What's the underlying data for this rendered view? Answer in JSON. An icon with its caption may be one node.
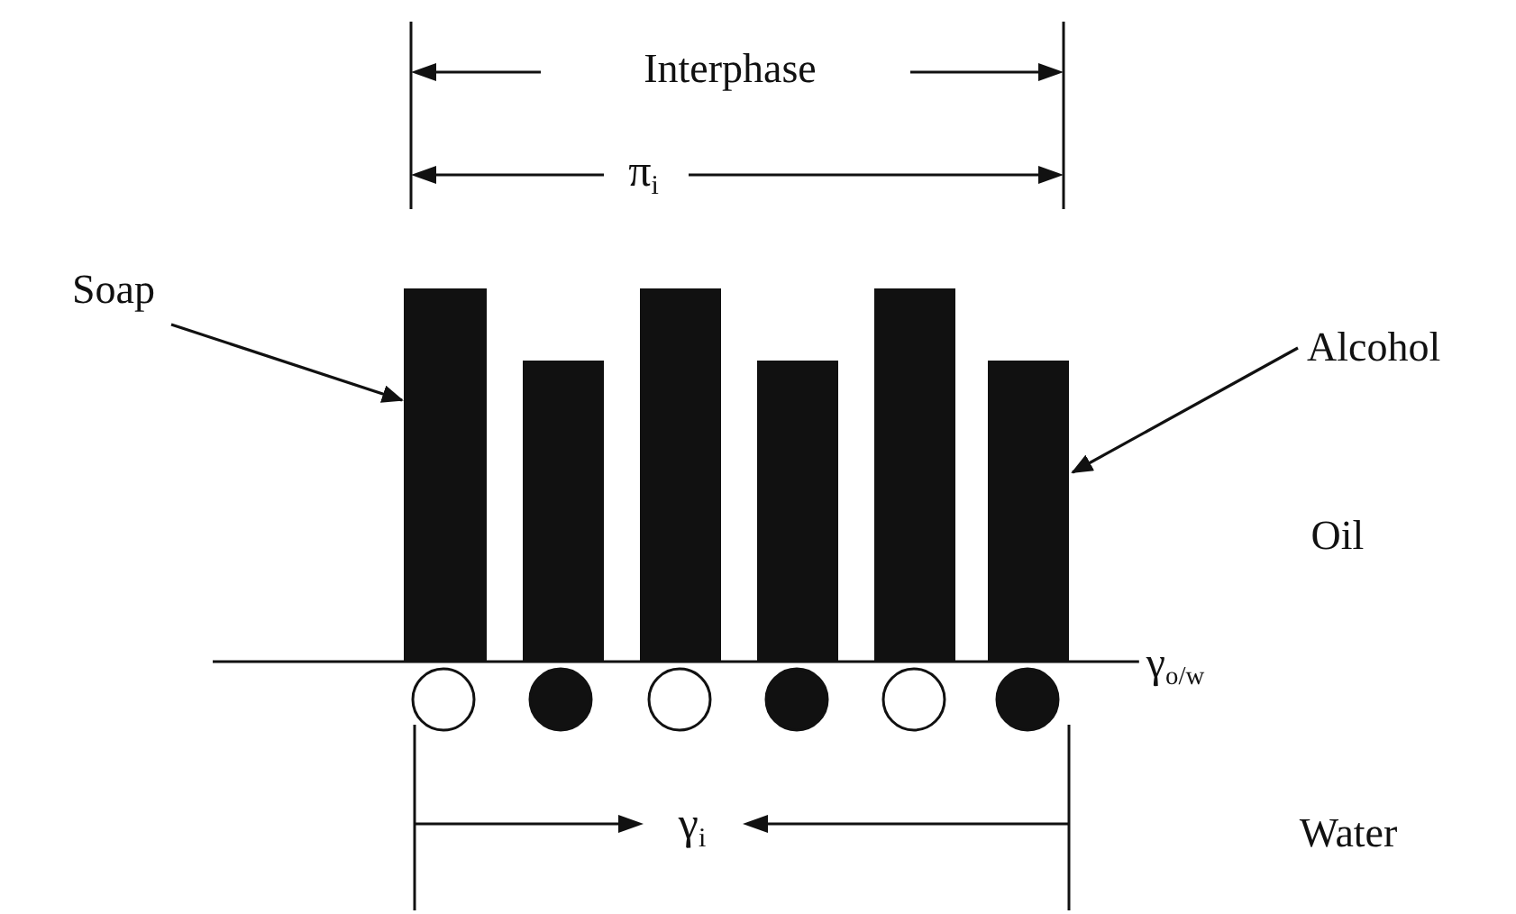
{
  "diagram": {
    "nodes": [
      {
        "text": [
          "Soap"
        ]
      },
      {
        "text": [],
        "shape": "bar"
      },
      {
        "text": [],
        "shape": "bar"
      },
      {
        "text": [],
        "shape": "bar"
      },
      {
        "text": [],
        "shape": "bar"
      },
      {
        "text": [],
        "shape": "bar"
      },
      {
        "text": [],
        "shape": "bar"
      },
      {
        "text": [
          "Alcohol"
        ]
      }
    ],
    "edges": [
      {
        "from": 0,
        "to": 1,
        "arrow": "to"
      },
      {
        "from": 7,
        "to": 6,
        "arrow": "to"
      }
    ],
    "labels": [
      "Interphase",
      "π$_{i}$",
      "Oil",
      "γ$_{o/w}$",
      "γ$_{i}$",
      "Water"
    ]
  }
}
